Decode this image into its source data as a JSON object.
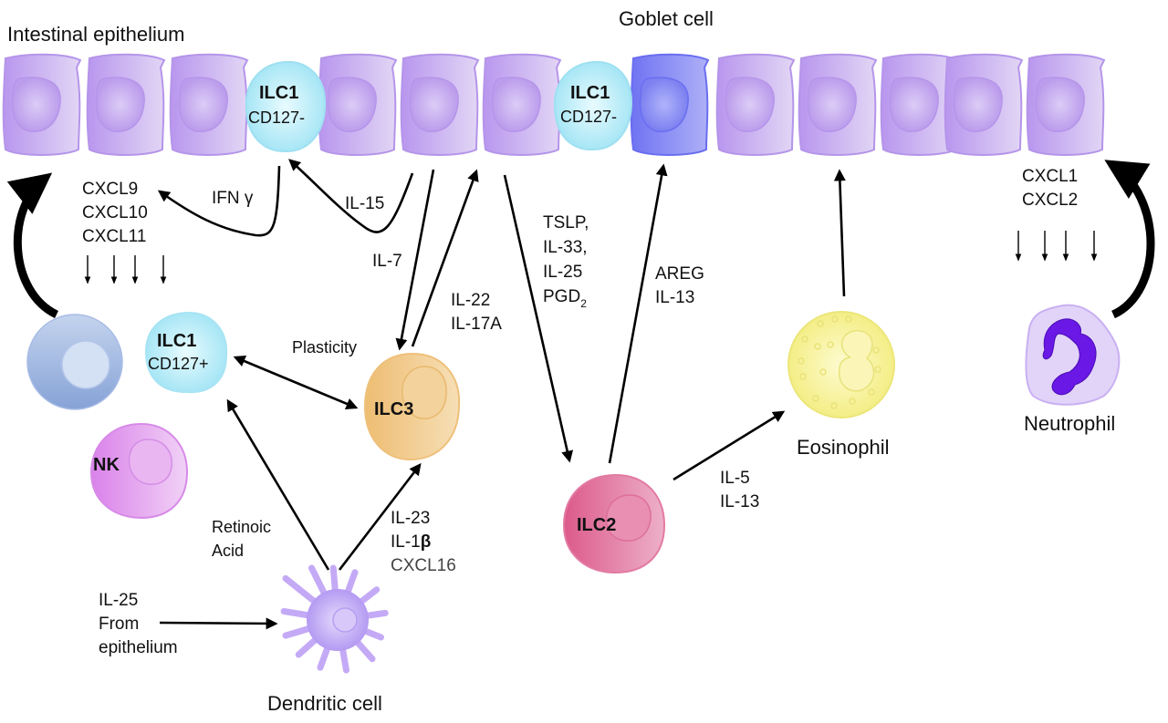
{
  "title_labels": {
    "epithelium": "Intestinal epithelium",
    "goblet": "Goblet cell"
  },
  "cells": {
    "ilc1_epi_a": {
      "name": "ILC1",
      "marker": "CD127-"
    },
    "ilc1_epi_b": {
      "name": "ILC1",
      "marker": "CD127-"
    },
    "ilc1_lp": {
      "name": "ILC1",
      "marker": "CD127+"
    },
    "ilc3": {
      "name": "ILC3"
    },
    "ilc2": {
      "name": "ILC2"
    },
    "nk": {
      "name": "NK"
    },
    "eosinophil": {
      "name": "Eosinophil"
    },
    "neutrophil": {
      "name": "Neutrophil"
    },
    "dendritic": {
      "name": "Dendritic cell"
    }
  },
  "signals": {
    "cxcl_left": [
      "CXCL9",
      "CXCL10",
      "CXCL11"
    ],
    "ifn": "IFN γ",
    "il15": "IL-15",
    "il7": "IL-7",
    "il22": [
      "IL-22",
      "IL-17A"
    ],
    "tslp": [
      "TSLP,",
      "IL-33,",
      "IL-25",
      "PGD"
    ],
    "pgd_sub": "2",
    "areg": [
      "AREG",
      "IL-13"
    ],
    "cxcl_right": [
      "CXCL1",
      "CXCL2"
    ],
    "plasticity": "Plasticity",
    "retinoic": [
      "Retinoic",
      "Acid"
    ],
    "il23": [
      "IL-23",
      "IL-1",
      "β",
      "CXCL16"
    ],
    "il25_epi": [
      "IL-25",
      "From",
      "epithelium"
    ],
    "il5": [
      "IL-5",
      "IL-13"
    ]
  },
  "colors": {
    "epithelial": "#c3a4ee",
    "goblet": "#7b7ef2",
    "ilc1": "#b6ecf7",
    "ilc3": "#f0c98a",
    "ilc2": "#e07098",
    "nk": "#e3a0ee",
    "eosinophil": "#f7f29a",
    "neutrophil": "#e2d3f8",
    "neutrophil_nucleus": "#6a18e6",
    "dendritic": "#c4aaf6",
    "blue_cell": "#9db4de"
  }
}
